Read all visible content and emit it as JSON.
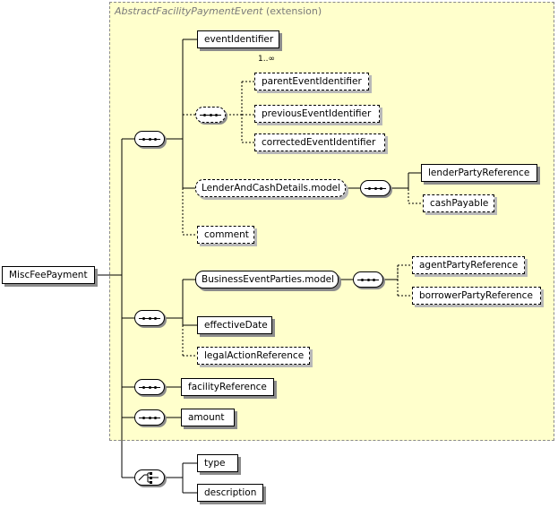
{
  "extension_label": {
    "type_name": "AbstractFacilityPaymentEvent",
    "suffix": "(extension)"
  },
  "root": {
    "label": "MiscFeePayment"
  },
  "elements": {
    "event_identifier": "eventIdentifier",
    "event_identifier_multiplicity": "1..∞",
    "parent_event_identifier": "parentEventIdentifier",
    "previous_event_identifier": "previousEventIdentifier",
    "corrected_event_identifier": "correctedEventIdentifier",
    "lender_and_cash_details_model": "LenderAndCashDetails.model",
    "lender_party_reference": "lenderPartyReference",
    "cash_payable": "cashPayable",
    "comment": "comment",
    "business_event_parties_model": "BusinessEventParties.model",
    "agent_party_reference": "agentPartyReference",
    "borrower_party_reference": "borrowerPartyReference",
    "effective_date": "effectiveDate",
    "legal_action_reference": "legalActionReference",
    "facility_reference": "facilityReference",
    "amount": "amount",
    "type": "type",
    "description": "description"
  },
  "colors": {
    "extension_fill": "#ffffcc",
    "extension_border": "#8a8a8a",
    "shadow": "#8c8c8c"
  }
}
